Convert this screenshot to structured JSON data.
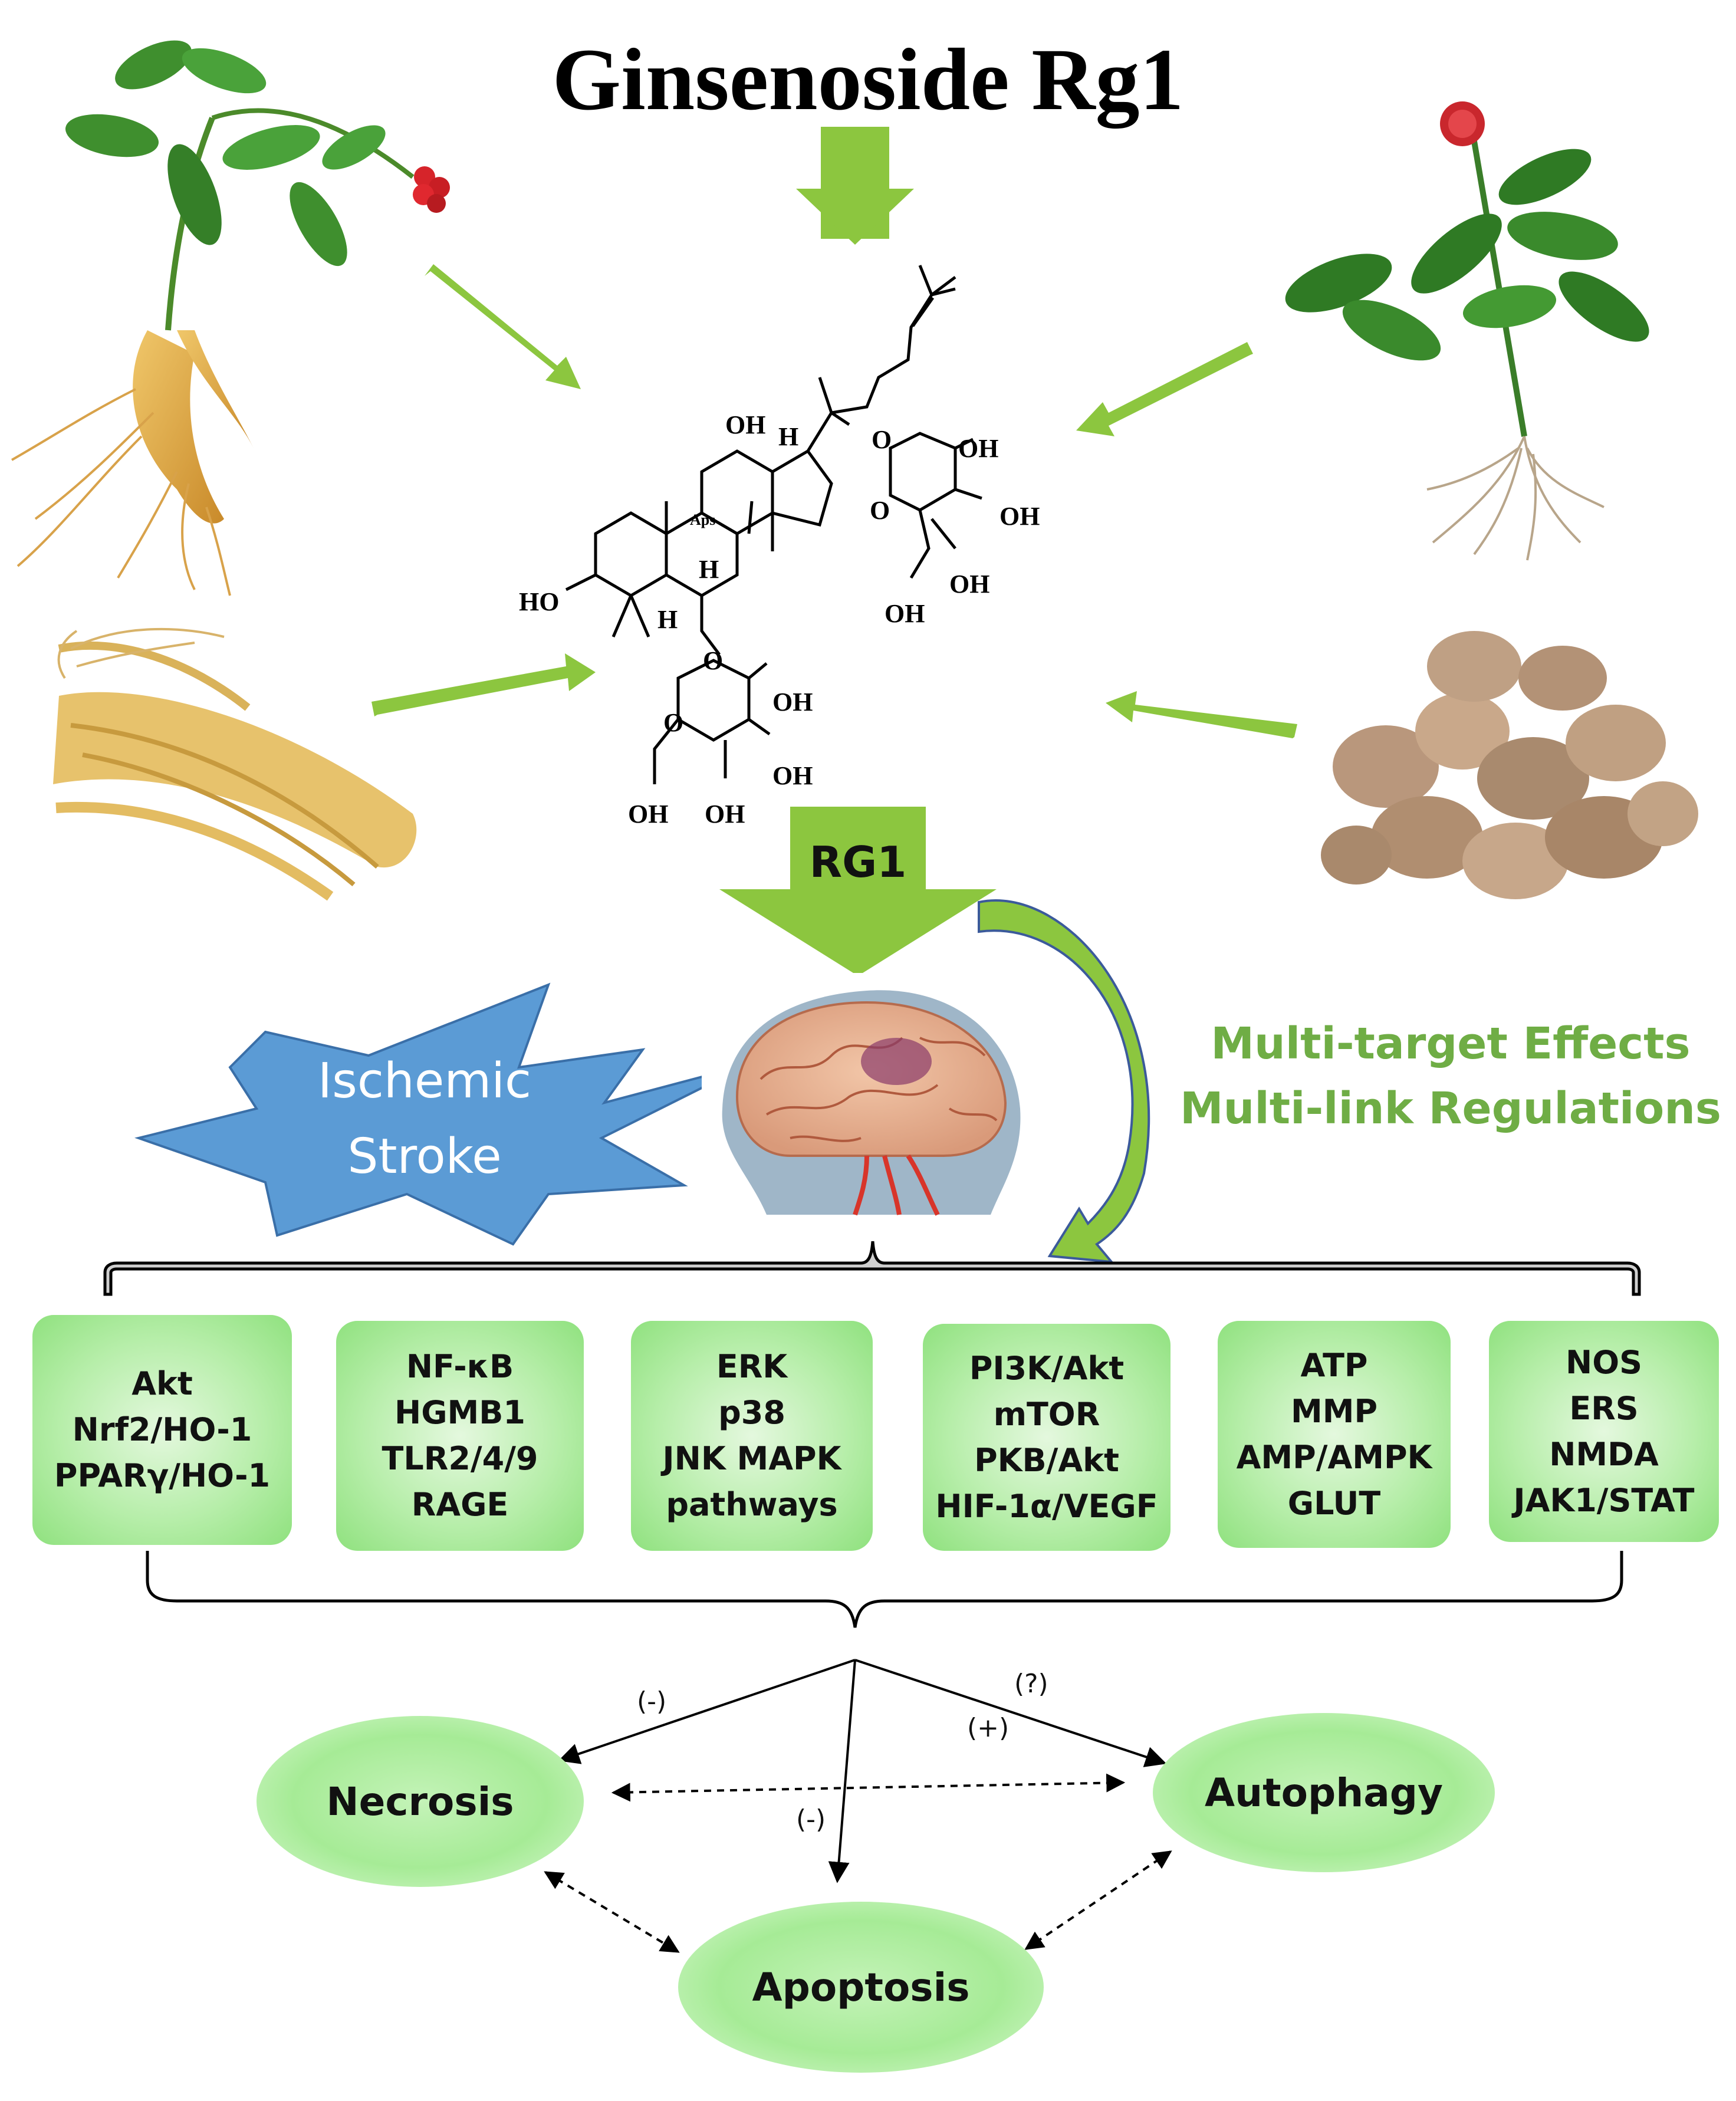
{
  "title": "Ginsenoside Rg1",
  "rg1_label": "RG1",
  "stroke": {
    "line1": "Ischemic",
    "line2": "Stroke"
  },
  "effects": {
    "line1": "Multi-target Effects",
    "line2": "Multi-link Regulations"
  },
  "molecule": {
    "labels": [
      "OH",
      "H",
      "O",
      "OH",
      "OH",
      "O",
      "OH",
      "OH",
      "HO",
      "H",
      "H",
      "Aps",
      "O",
      "O",
      "OH",
      "OH",
      "OH",
      "OH"
    ]
  },
  "pathways": [
    {
      "lines": [
        "Akt",
        "Nrf2/HO-1",
        "PPARγ/HO-1"
      ]
    },
    {
      "lines": [
        "NF-κB",
        "HGMB1",
        "TLR2/4/9",
        "RAGE"
      ]
    },
    {
      "lines": [
        "ERK",
        "p38",
        "JNK MAPK",
        "pathways"
      ]
    },
    {
      "lines": [
        "PI3K/Akt",
        "mTOR",
        "PKB/Akt",
        "HIF-1α/VEGF"
      ]
    },
    {
      "lines": [
        "ATP",
        "MMP",
        "AMP/AMPK",
        "GLUT"
      ]
    },
    {
      "lines": [
        "NOS",
        "ERS",
        "NMDA",
        "JAK1/STAT"
      ]
    }
  ],
  "outcomes": {
    "necrosis": "Necrosis",
    "autophagy": "Autophagy",
    "apoptosis": "Apoptosis"
  },
  "signs": {
    "necrosis": "(-)",
    "apoptosis": "(-)",
    "autophagy_q": "(?)",
    "autophagy_plus": "(+)"
  },
  "colors": {
    "arrow_green": "#8cc63f",
    "text_green": "#6fad45",
    "stroke_blue": "#5b9bd5",
    "box_green": "#9be58a"
  }
}
